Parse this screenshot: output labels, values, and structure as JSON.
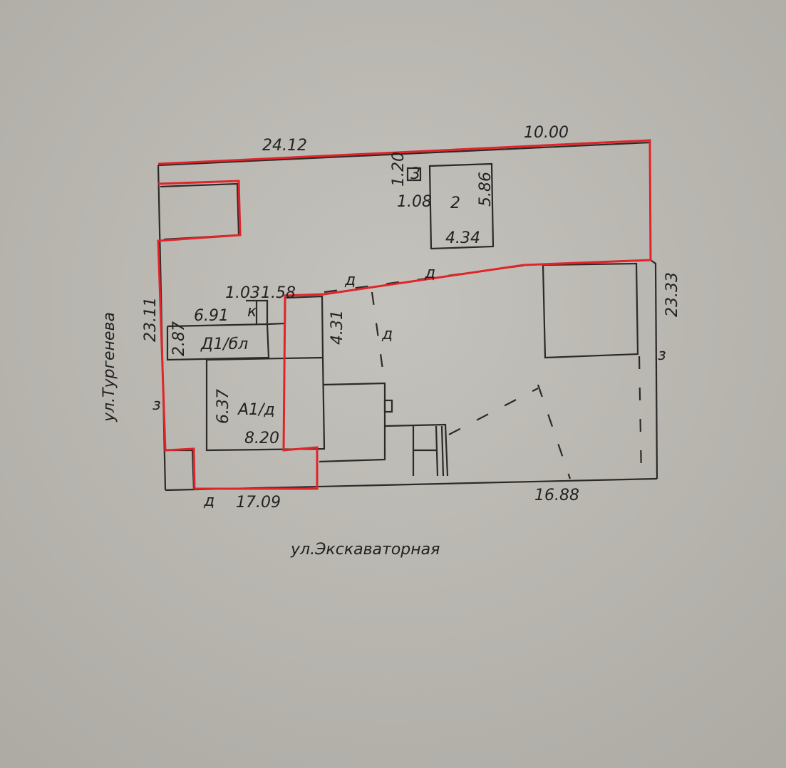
{
  "plan": {
    "top_left_length": "24.12",
    "top_right_length": "10.00",
    "right_length": "23.33",
    "left_length": "23.11",
    "bottom_left_length": "17.09",
    "bottom_right_length": "16.88",
    "small_box": {
      "label": "3",
      "width": "1.20",
      "depth": "1.08"
    },
    "building_2": {
      "label": "2",
      "length": "5.86",
      "width": "4.34"
    },
    "building_d1": {
      "label": "Д1/бл",
      "length": "6.91",
      "width": "2.87"
    },
    "building_a1": {
      "label": "А1/д",
      "length": "8.20",
      "width": "6.37"
    },
    "porch": {
      "width_a": "1.03",
      "width_b": "1.58",
      "mark": "к"
    },
    "annex_length": "4.31",
    "fence_marks": {
      "d": "д",
      "z": "з"
    },
    "streets": {
      "west": "ул.Тургенева",
      "south": "ул.Экскаваторная"
    }
  },
  "colors": {
    "paper": "#b8b5af",
    "ink": "#2b2a28",
    "boundary": "#e0242a"
  }
}
